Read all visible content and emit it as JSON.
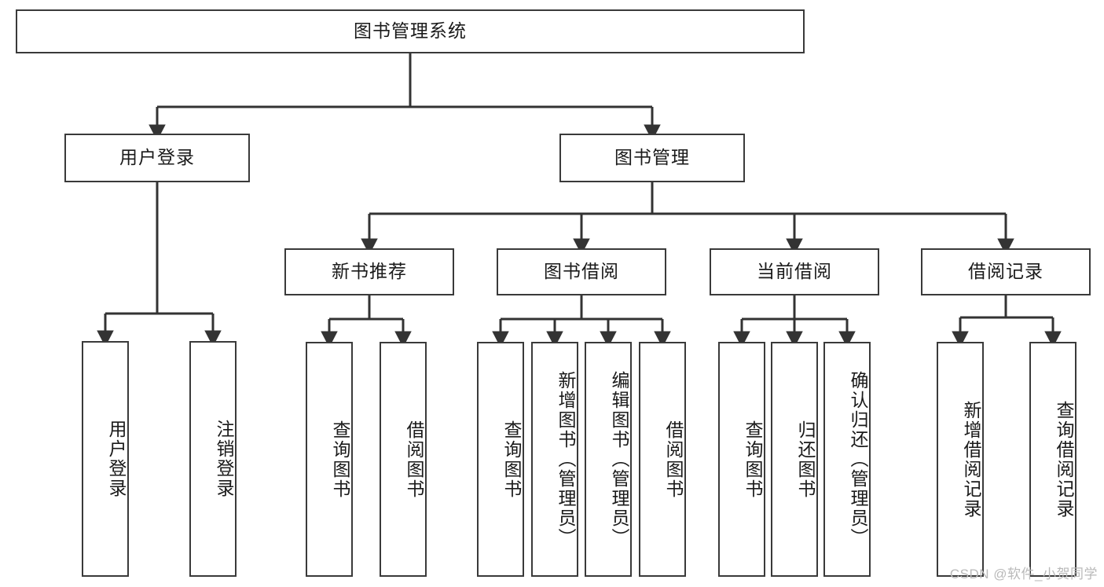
{
  "diagram": {
    "title_node": {
      "id": "root",
      "label": "图书管理系统"
    },
    "level2": [
      {
        "id": "user-login",
        "label": "用户登录"
      },
      {
        "id": "book-manage",
        "label": "图书管理"
      }
    ],
    "level3": [
      {
        "id": "new-book-recommend",
        "label": "新书推荐"
      },
      {
        "id": "book-borrow",
        "label": "图书借阅"
      },
      {
        "id": "current-borrow",
        "label": "当前借阅"
      },
      {
        "id": "borrow-record",
        "label": "借阅记录"
      }
    ],
    "leaves": {
      "user_login": [
        {
          "id": "leaf-user-login",
          "label": "用户登录"
        },
        {
          "id": "leaf-logout-login",
          "label": "注销登录"
        }
      ],
      "new_book_recommend": [
        {
          "id": "leaf-query-book-1",
          "label": "查询图书"
        },
        {
          "id": "leaf-borrow-book-1",
          "label": "借阅图书"
        }
      ],
      "book_borrow": [
        {
          "id": "leaf-query-book-2",
          "label": "查询图书"
        },
        {
          "id": "leaf-add-book",
          "label": "新增图书（管理员）"
        },
        {
          "id": "leaf-edit-book",
          "label": "编辑图书（管理员）"
        },
        {
          "id": "leaf-borrow-book-2",
          "label": "借阅图书"
        }
      ],
      "current_borrow": [
        {
          "id": "leaf-query-book-3",
          "label": "查询图书"
        },
        {
          "id": "leaf-return-book",
          "label": "归还图书"
        },
        {
          "id": "leaf-confirm-return",
          "label": "确认归还（管理员）"
        }
      ],
      "borrow_record": [
        {
          "id": "leaf-add-record",
          "label": "新增借阅记录"
        },
        {
          "id": "leaf-query-record",
          "label": "查询借阅记录"
        }
      ]
    },
    "colors": {
      "box_border": "#3a3a3a",
      "box_fill": "#ffffff",
      "connector": "#333333",
      "text": "#1a1a1a",
      "watermark": "#b9b9b9"
    }
  },
  "watermark": {
    "text": "CSDN @软件_小贺同学"
  }
}
